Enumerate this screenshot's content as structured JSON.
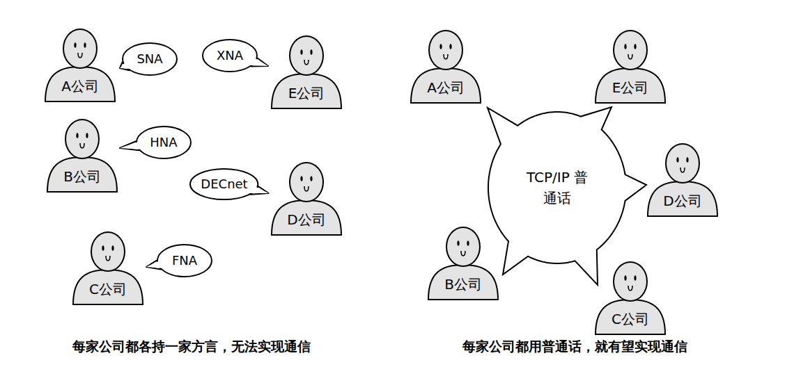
{
  "diagram": {
    "nodes": [
      {
        "text": [
          "A公司"
        ]
      },
      {
        "text": [
          "SNA"
        ]
      },
      {
        "text": [
          "XNA"
        ]
      },
      {
        "text": [
          "E公司"
        ]
      },
      {
        "text": [
          "B公司"
        ]
      },
      {
        "text": [
          "HNA"
        ]
      },
      {
        "text": [
          "DECnet"
        ]
      },
      {
        "text": [
          "D公司"
        ]
      },
      {
        "text": [
          "C公司"
        ]
      },
      {
        "text": [
          "FNA"
        ]
      },
      {
        "text": [
          "A公司"
        ]
      },
      {
        "text": [
          "E公司"
        ]
      },
      {
        "text": [
          "TCP/IP 普通话"
        ]
      },
      {
        "text": [
          "D公司"
        ]
      },
      {
        "text": [
          "B公司"
        ]
      },
      {
        "text": [
          "C公司"
        ]
      }
    ],
    "labels": [
      "每家公司都各持一家方言，无法实现通信",
      "每家公司都用普通话，就有望实现通信"
    ]
  }
}
